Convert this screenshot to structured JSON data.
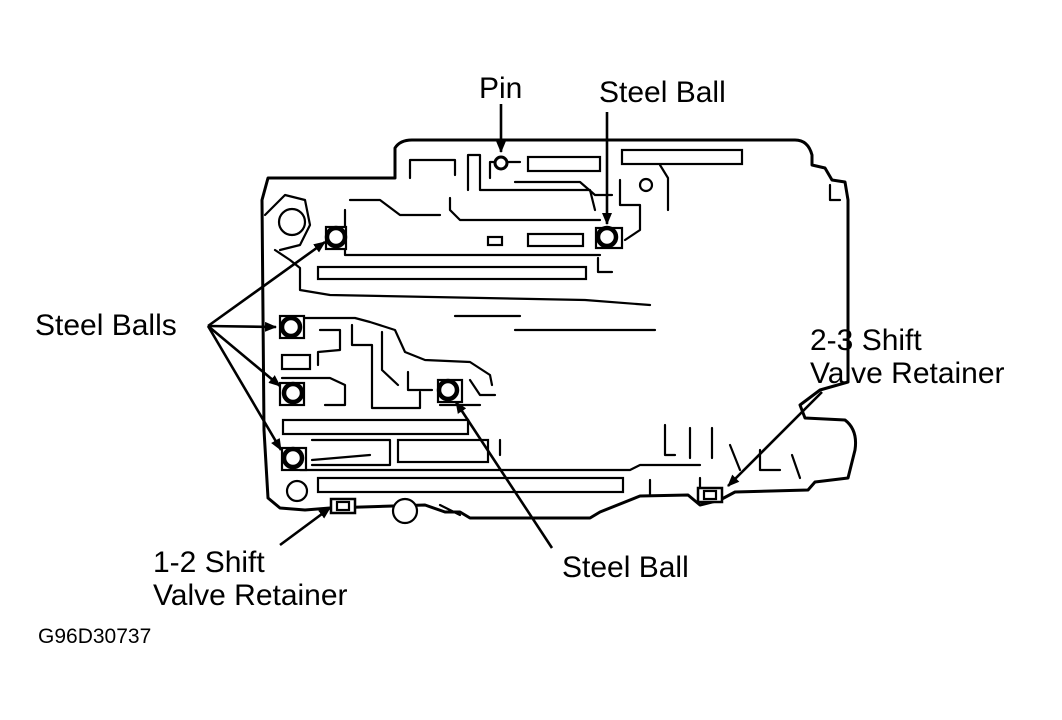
{
  "labels": {
    "pin": "Pin",
    "steel_ball_top": "Steel Ball",
    "steel_balls": "Steel Balls",
    "steel_ball_bottom": "Steel Ball",
    "shift_23_line1": "2-3 Shift",
    "shift_23_line2": "Valve Retainer",
    "shift_12_line1": "1-2 Shift",
    "shift_12_line2": "Valve Retainer"
  },
  "figure_code": "G96D30737"
}
